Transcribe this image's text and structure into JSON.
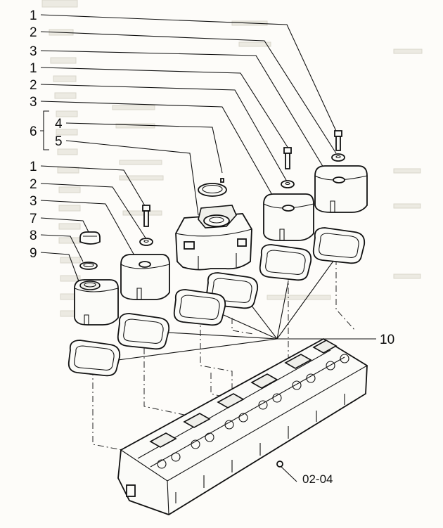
{
  "callouts": {
    "c1a": "1",
    "c2a": "2",
    "c3a": "3",
    "c1b": "1",
    "c2b": "2",
    "c3b": "3",
    "c6": "6",
    "c4": "4",
    "c5": "5",
    "c1c": "1",
    "c2c": "2",
    "c3c": "3",
    "c7": "7",
    "c8": "8",
    "c9": "9",
    "c10": "10",
    "ref": "02-04"
  },
  "part_names": {
    "bolt": "bolt",
    "washer": "washer",
    "rocker_cover": "rocker cover",
    "oil_filler_cover": "oil filler cover",
    "cap": "filler cap",
    "o_ring": "o-ring",
    "gasket": "gasket",
    "cylinder_head": "cylinder head"
  }
}
